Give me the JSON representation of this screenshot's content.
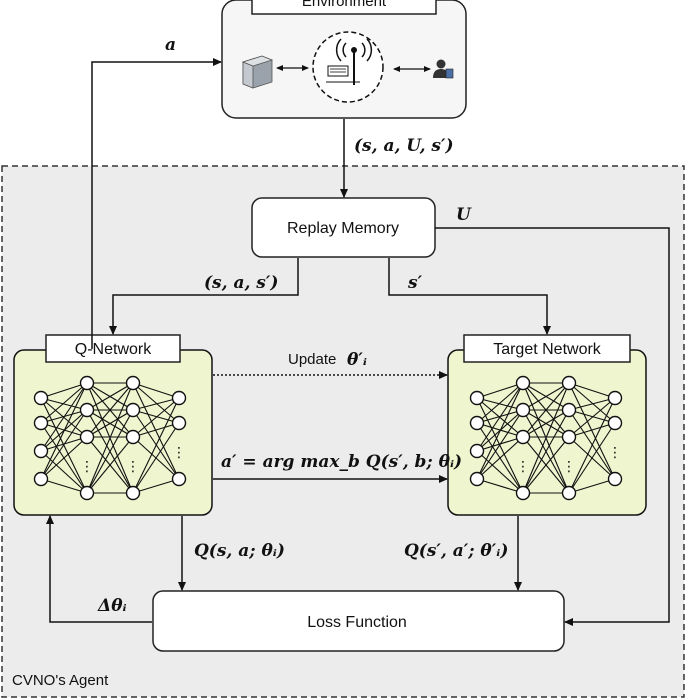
{
  "environment": {
    "title": "Environment"
  },
  "agent": {
    "label": "CVNO's Agent"
  },
  "replay_memory": {
    "label": "Replay Memory"
  },
  "q_network": {
    "label": "Q-Network"
  },
  "target_network": {
    "label": "Target Network"
  },
  "loss_function": {
    "label": "Loss Function"
  },
  "edges": {
    "action": "a",
    "transition": "(s, a, U, s′)",
    "reward": "U",
    "sample_q": "(s, a, s′)",
    "sample_target": "s′",
    "update_label": "Update",
    "update_theta": "θ′ᵢ",
    "argmax": "a′ = arg max_b Q(s′, b; θᵢ)",
    "q_value": "Q(s, a; θᵢ)",
    "target_value": "Q(s′, a′; θ′ᵢ)",
    "delta_theta": "Δθᵢ"
  },
  "colors": {
    "network_fill": "#eef5cf",
    "agent_region": "#ececec",
    "box_border": "#333333"
  }
}
